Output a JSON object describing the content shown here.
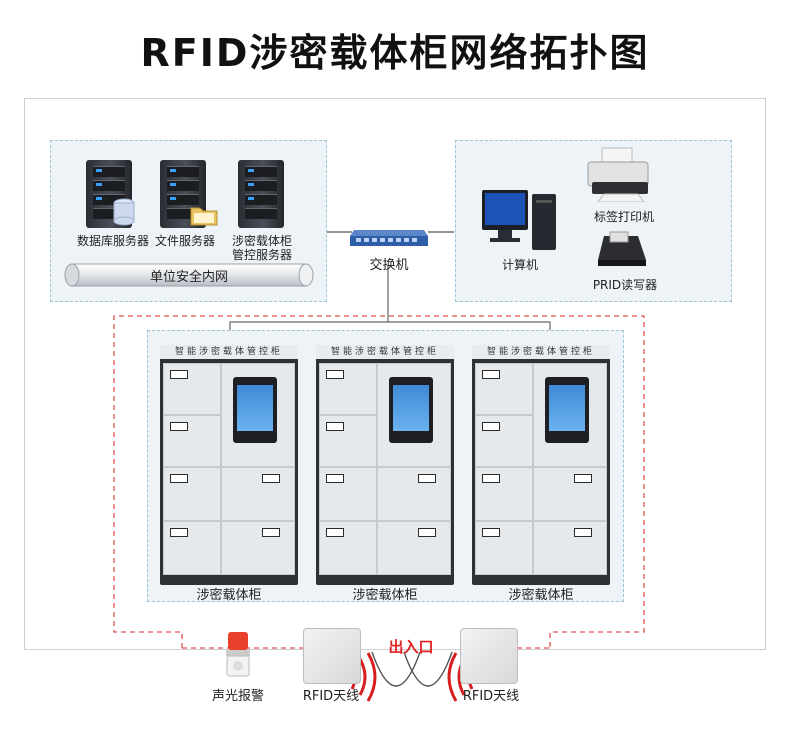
{
  "title": "RFID涉密载体柜网络拓扑图",
  "servers": [
    {
      "label": "数据库服务器"
    },
    {
      "label": "文件服务器"
    },
    {
      "label": "涉密载体柜\n管控服务器"
    }
  ],
  "intranet_label": "单位安全内网",
  "switch_label": "交换机",
  "devices": {
    "computer": "计算机",
    "printer": "标签打印机",
    "reader": "PRID读写器"
  },
  "cabinet_header": "智能涉密载体管控柜",
  "cabinet_label": "涉密载体柜",
  "entrance_label": "出入口",
  "alarm_label": "声光报警",
  "antenna_label": "RFID天线",
  "colors": {
    "dash_red": "#e15252",
    "dash_blue": "#9cc3d6",
    "entrance": "#e02020"
  }
}
